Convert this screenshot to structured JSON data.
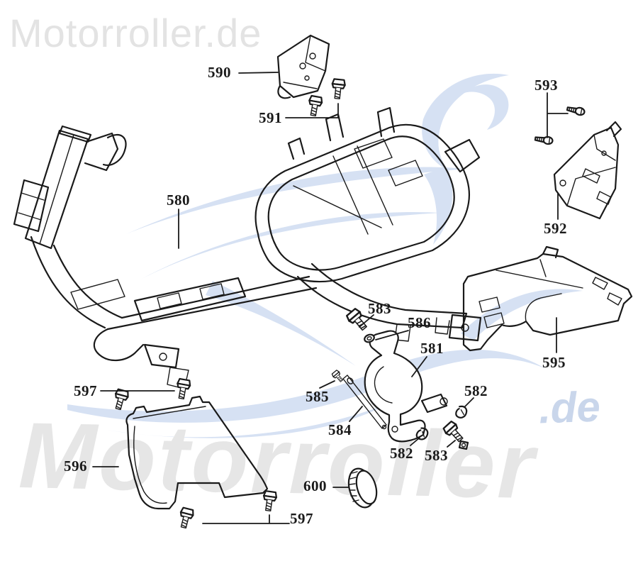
{
  "branding": {
    "logo_text": "Motorroller.de",
    "watermark_text": "Motorroller",
    "watermark_suffix": ".de",
    "colors": {
      "logo_gray": "#e3e3e3",
      "watermark_gray": "#e6e6e6",
      "watermark_blue": "#c9d6eb",
      "swirl_blue": "#d6e1f3",
      "swirl_blue_deep": "#c7d6ef",
      "ink": "#1a1a1a"
    }
  },
  "diagram": {
    "type": "exploded-parts-diagram",
    "subject": "scooter frame with brackets, covers and fasteners",
    "callouts": [
      {
        "ref": "frame-bracket-top",
        "label": "590"
      },
      {
        "ref": "bolts-top",
        "label": "591"
      },
      {
        "ref": "screws-right",
        "label": "593"
      },
      {
        "ref": "bracket-right",
        "label": "592"
      },
      {
        "ref": "main-frame",
        "label": "580"
      },
      {
        "ref": "bolt-mid-top",
        "label": "583"
      },
      {
        "ref": "washer-mid",
        "label": "586"
      },
      {
        "ref": "stand-bracket",
        "label": "581"
      },
      {
        "ref": "pin-small",
        "label": "585"
      },
      {
        "ref": "rod-long",
        "label": "584"
      },
      {
        "ref": "clip-right",
        "label": "582"
      },
      {
        "ref": "clip-lower",
        "label": "582"
      },
      {
        "ref": "bolt-lower",
        "label": "583"
      },
      {
        "ref": "floor-panel",
        "label": "595"
      },
      {
        "ref": "under-panel",
        "label": "596"
      },
      {
        "ref": "bolts-left",
        "label": "597"
      },
      {
        "ref": "bolts-bottom",
        "label": "597"
      },
      {
        "ref": "grommet",
        "label": "600"
      }
    ]
  }
}
